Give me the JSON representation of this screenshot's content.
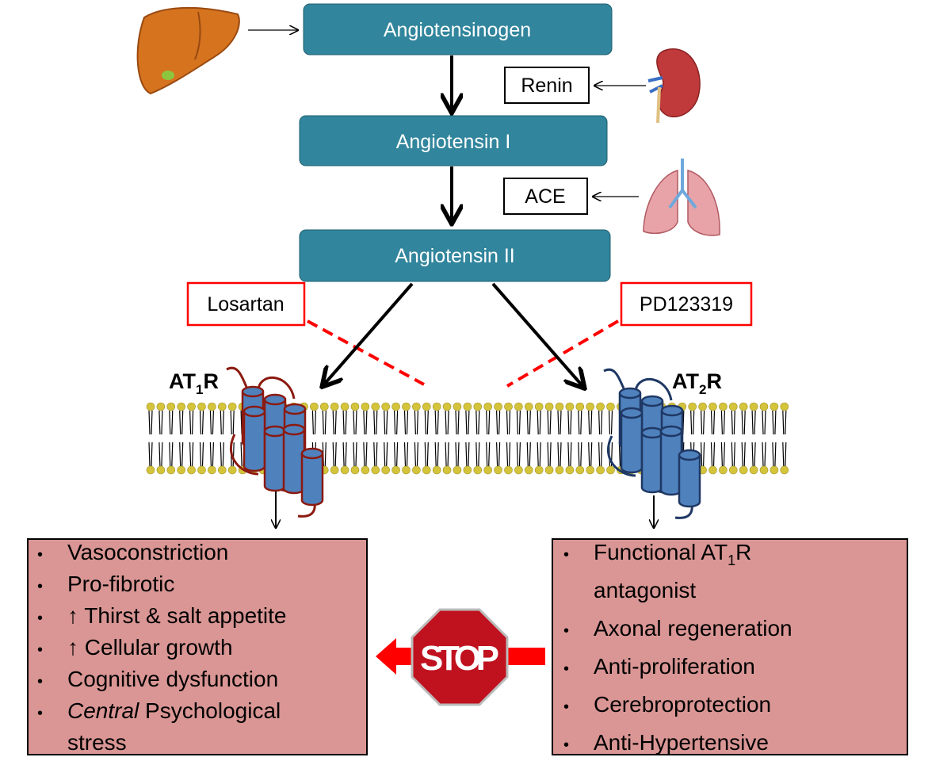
{
  "pathway": {
    "steps": [
      "Angiotensinogen",
      "Angiotensin I",
      "Angiotensin II"
    ],
    "enzymes": [
      "Renin",
      "ACE"
    ],
    "organs": [
      "liver-image",
      "kidney-image",
      "lungs-image"
    ]
  },
  "blockers": {
    "at1": "Losartan",
    "at2": "PD123319"
  },
  "receptors": {
    "at1": {
      "prefix": "AT",
      "sub": "1",
      "suffix": "R"
    },
    "at2": {
      "prefix": "AT",
      "sub": "2",
      "suffix": "R"
    }
  },
  "at1_effects": {
    "bullet": "•",
    "items": [
      "Vasoconstriction",
      "Pro-fibrotic",
      "↑ Thirst & salt appetite",
      "↑ Cellular growth",
      "Cognitive dysfunction"
    ],
    "last_italic": "Central",
    "last_rest": " Psychological",
    "last_line2": "stress"
  },
  "at2_effects": {
    "bullet": "•",
    "first_prefix": "Functional AT",
    "first_sub": "1",
    "first_suffix": "R",
    "first_line2": "antagonist",
    "items": [
      "Axonal regeneration",
      "Anti-proliferation",
      "Cerebroprotection",
      "Anti-Hypertensive"
    ]
  },
  "stop_sign": {
    "text": "STOP"
  },
  "colors": {
    "step_box": "#31859c",
    "effect_box": "#d99694",
    "blocker": "#ff0000",
    "at1_receptor": "#8b1a10",
    "at2_receptor": "#1f3864",
    "helix": "#4f81bd",
    "lipid_head": "#d4c43c",
    "stop": "#c0111f"
  }
}
